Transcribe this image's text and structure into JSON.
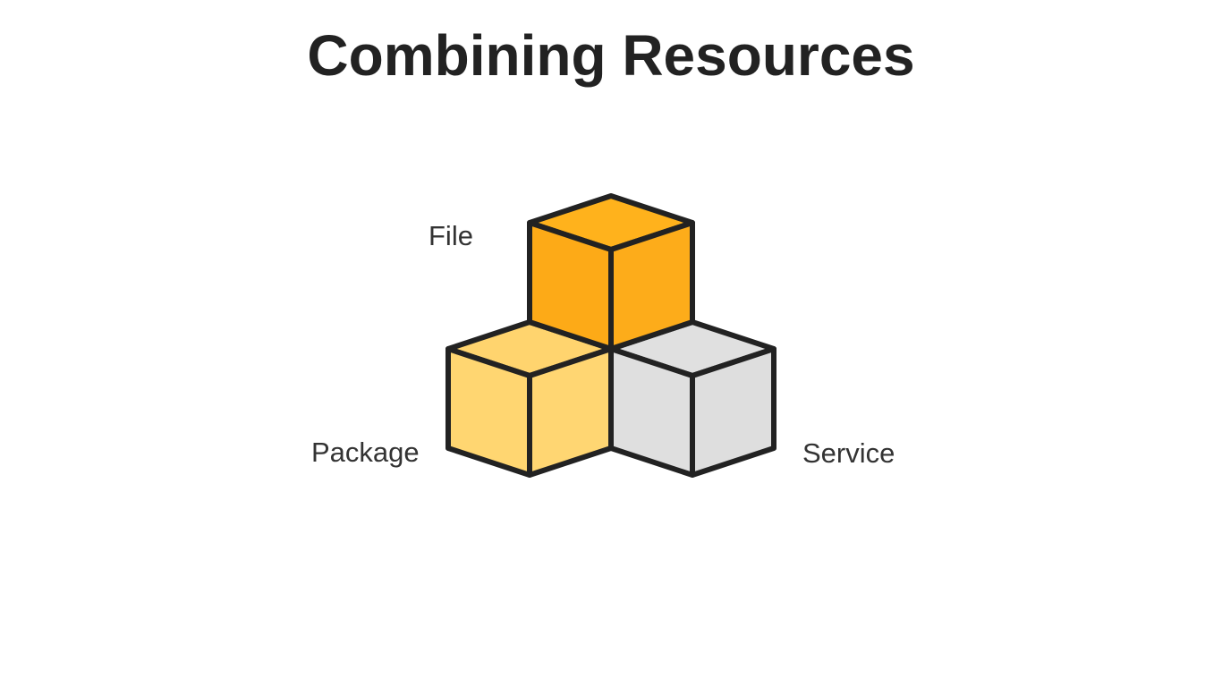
{
  "title": "Combining Resources",
  "cubes": [
    {
      "id": "file",
      "label": "File",
      "colors": {
        "top": "#FFB21C",
        "left": "#FDAA17",
        "right": "#FDAC1A"
      }
    },
    {
      "id": "package",
      "label": "Package",
      "colors": {
        "top": "#FFD46E",
        "left": "#FFD671",
        "right": "#FFD672"
      }
    },
    {
      "id": "service",
      "label": "Service",
      "colors": {
        "top": "#E0E0E0",
        "left": "#DFDFDF",
        "right": "#DEDEDE"
      }
    }
  ],
  "outline_color": "#222222"
}
